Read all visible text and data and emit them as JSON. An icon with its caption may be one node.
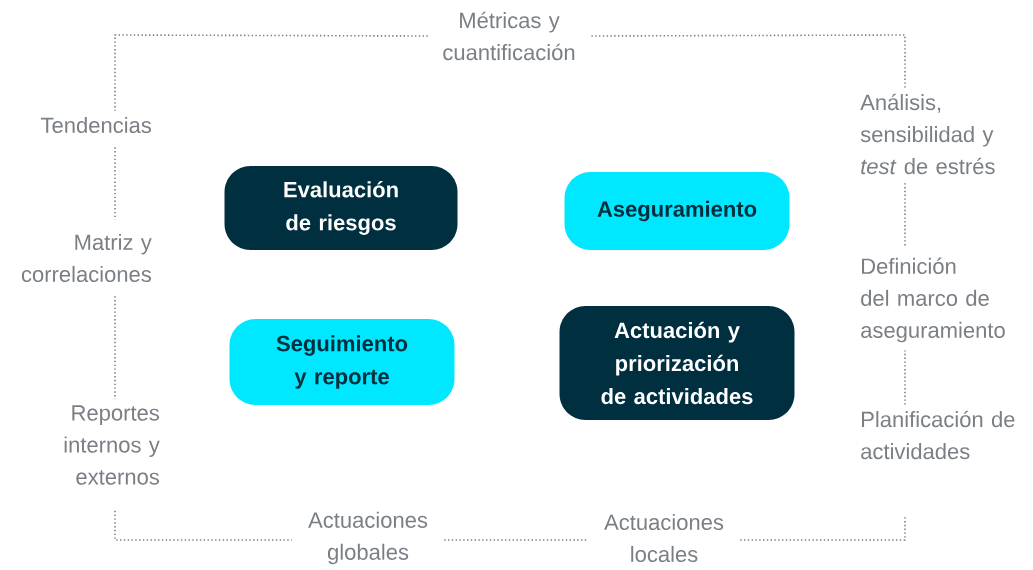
{
  "diagram": {
    "nodes": [
      {
        "text": [
          "Métricas y cuantificación"
        ]
      },
      {
        "text": [
          "Tendencias"
        ]
      },
      {
        "text": [
          "Matriz y correlaciones"
        ]
      },
      {
        "text": [
          "Reportes internos y externos"
        ]
      },
      {
        "text": [
          "Actuaciones globales"
        ]
      },
      {
        "text": [
          "Actuaciones locales"
        ]
      },
      {
        "text": [
          "Planificación de actividades"
        ]
      },
      {
        "text": [
          "Definición del marco de aseguramiento"
        ]
      },
      {
        "text": [
          "Análisis, sensibilidad y *test* de estrés"
        ]
      },
      {
        "text": [
          "Evaluación de riesgos"
        ]
      },
      {
        "text": [
          "Aseguramiento"
        ]
      },
      {
        "text": [
          "Seguimiento y reporte"
        ]
      },
      {
        "text": [
          "Actuación y priorización de actividades"
        ]
      }
    ],
    "edges": [
      {
        "from": 0,
        "to": 1,
        "arrow": "none"
      },
      {
        "from": 1,
        "to": 2,
        "arrow": "none"
      },
      {
        "from": 2,
        "to": 3,
        "arrow": "none"
      },
      {
        "from": 3,
        "to": 4,
        "arrow": "none"
      },
      {
        "from": 4,
        "to": 5,
        "arrow": "none"
      },
      {
        "from": 5,
        "to": 6,
        "arrow": "none"
      },
      {
        "from": 6,
        "to": 7,
        "arrow": "none"
      },
      {
        "from": 7,
        "to": 8,
        "arrow": "none"
      },
      {
        "from": 8,
        "to": 0,
        "arrow": "none"
      }
    ]
  }
}
